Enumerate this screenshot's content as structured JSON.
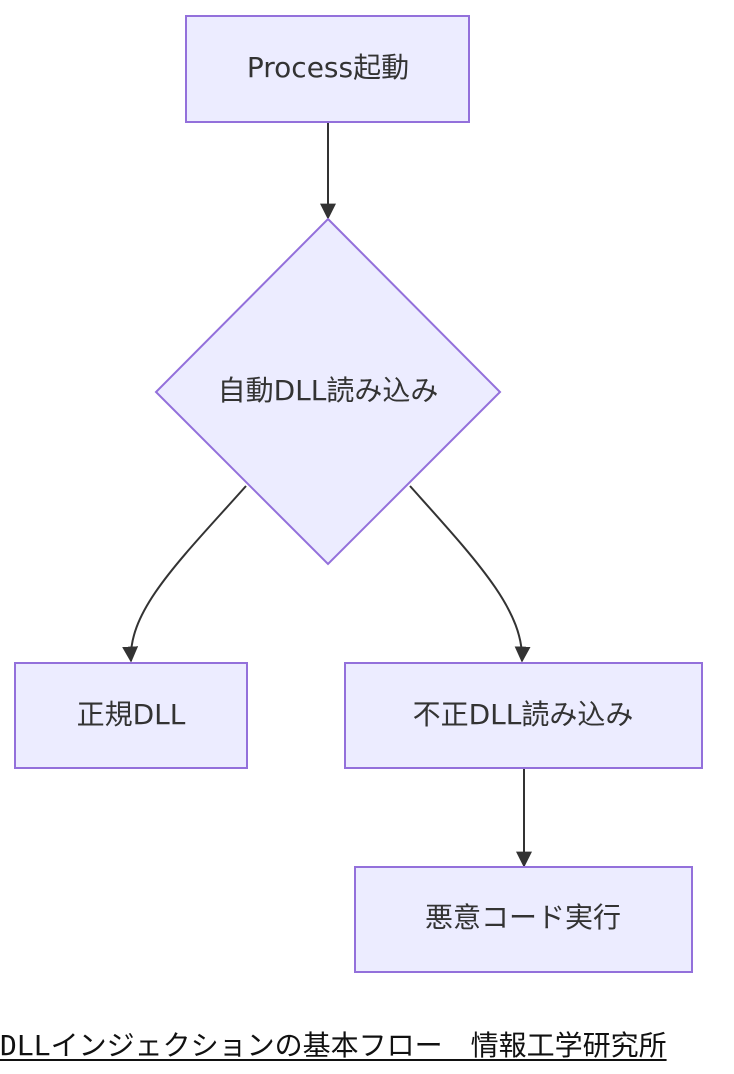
{
  "diagram": {
    "nodes": {
      "process_start": "Process起動",
      "auto_dll_load": "自動DLL読み込み",
      "legit_dll": "正規DLL",
      "malicious_dll_load": "不正DLL読み込み",
      "malicious_code_exec": "悪意コード実行"
    },
    "colors": {
      "node_fill": "#ececff",
      "node_stroke": "#9370db",
      "edge": "#333333",
      "text": "#333333"
    }
  },
  "caption": "DLLインジェクションの基本フロー　情報工学研究所"
}
